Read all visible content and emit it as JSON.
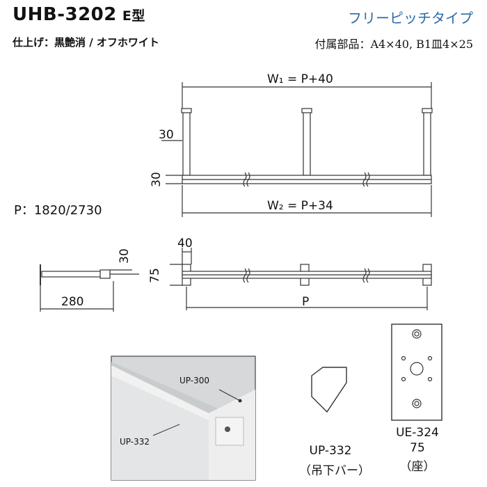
{
  "header": {
    "model": "UHB-3202",
    "type": "E型",
    "finish": "仕上げ：黒艶消 / オフホワイト",
    "tagline": "フリーピッチタイプ",
    "accessories": "付属部品：A4×40, B1皿4×25"
  },
  "pitch_note": "P：1820/2730",
  "front_view": {
    "w1": "W₁ = P+40",
    "w2": "W₂ = P+34",
    "post_height": "30",
    "bar_height": "30"
  },
  "side_view": {
    "depth": "280",
    "height": "30"
  },
  "plan_view": {
    "plate_width": "40",
    "plate_height": "75",
    "pitch": "P"
  },
  "photo": {
    "label_top": "UP-300",
    "label_bottom": "UP-332"
  },
  "parts": [
    {
      "code": "UP-332",
      "sub": "（吊下バー）"
    },
    {
      "code": "UE-324",
      "sub": "75",
      "sub2": "（座）"
    }
  ]
}
